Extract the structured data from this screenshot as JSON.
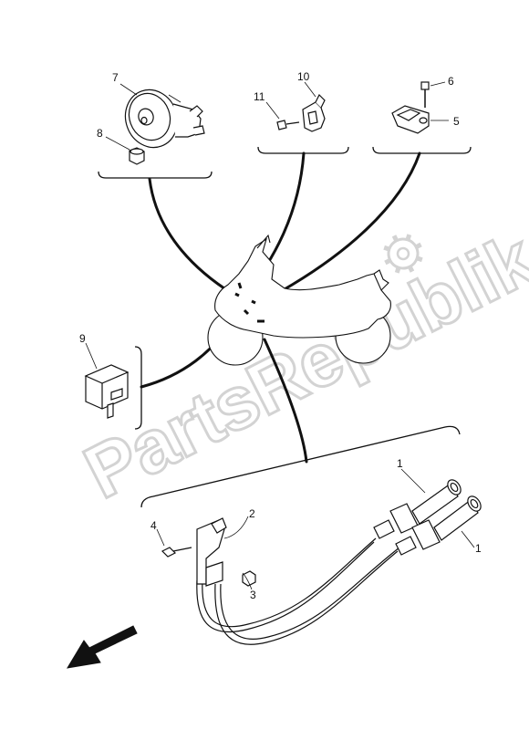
{
  "watermark": {
    "text": "PartsRepublik",
    "icon": "gear-icon"
  },
  "callouts": {
    "horn": "7",
    "horn_nut": "8",
    "bracket": "10",
    "bracket_bolt": "11",
    "sensor_bolt": "6",
    "sensor": "5",
    "relay": "9",
    "cable_upper": "1",
    "cable_lower": "1",
    "cable_bracket": "2",
    "bracket_nut": "3",
    "bracket_screw": "4"
  },
  "direction_arrow": "front-arrow-icon",
  "colors": {
    "line": "#111111",
    "watermark_stroke": "#cfcfcf"
  }
}
